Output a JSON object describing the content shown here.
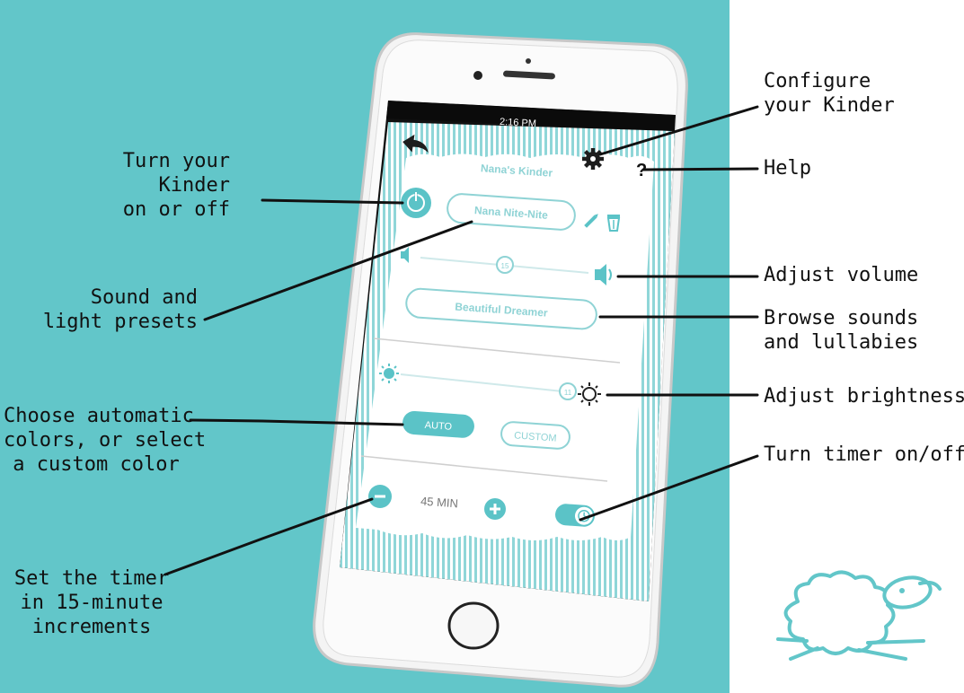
{
  "colors": {
    "teal_bg": "#62c6c9",
    "accent": "#5bc3c7",
    "ink": "#111111",
    "phone_bezel": "#f4f4f4"
  },
  "status_bar": {
    "time": "2:16 PM"
  },
  "app": {
    "title": "Nana's Kinder",
    "preset_name": "Nana Nite-Nite",
    "volume_value": "15",
    "sound_name": "Beautiful Dreamer",
    "brightness_value": "11",
    "auto_label": "AUTO",
    "custom_label": "CUSTOM",
    "timer_value": "45 MIN",
    "help_label": "?"
  },
  "icons": [
    "back-arrow-icon",
    "gear-icon",
    "help-icon",
    "power-icon",
    "pencil-icon",
    "trash-icon",
    "speaker-low-icon",
    "speaker-high-icon",
    "sun-dim-icon",
    "sun-bright-icon",
    "minus-icon",
    "plus-icon",
    "timer-toggle-icon",
    "sheep-icon"
  ],
  "callouts": {
    "configure": [
      "Configure",
      "your Kinder"
    ],
    "help": "Help",
    "power": [
      "Turn your",
      "Kinder",
      "on or off"
    ],
    "presets": [
      "Sound and",
      "light presets"
    ],
    "volume": "Adjust volume",
    "browse": [
      "Browse sounds",
      "and lullabies"
    ],
    "colors": [
      "Choose automatic",
      "colors, or select",
      "a custom color"
    ],
    "brightness": "Adjust brightness",
    "timer_toggle": "Turn timer on/off",
    "timer_set": [
      "Set the timer",
      "in 15-minute",
      "increments"
    ]
  }
}
